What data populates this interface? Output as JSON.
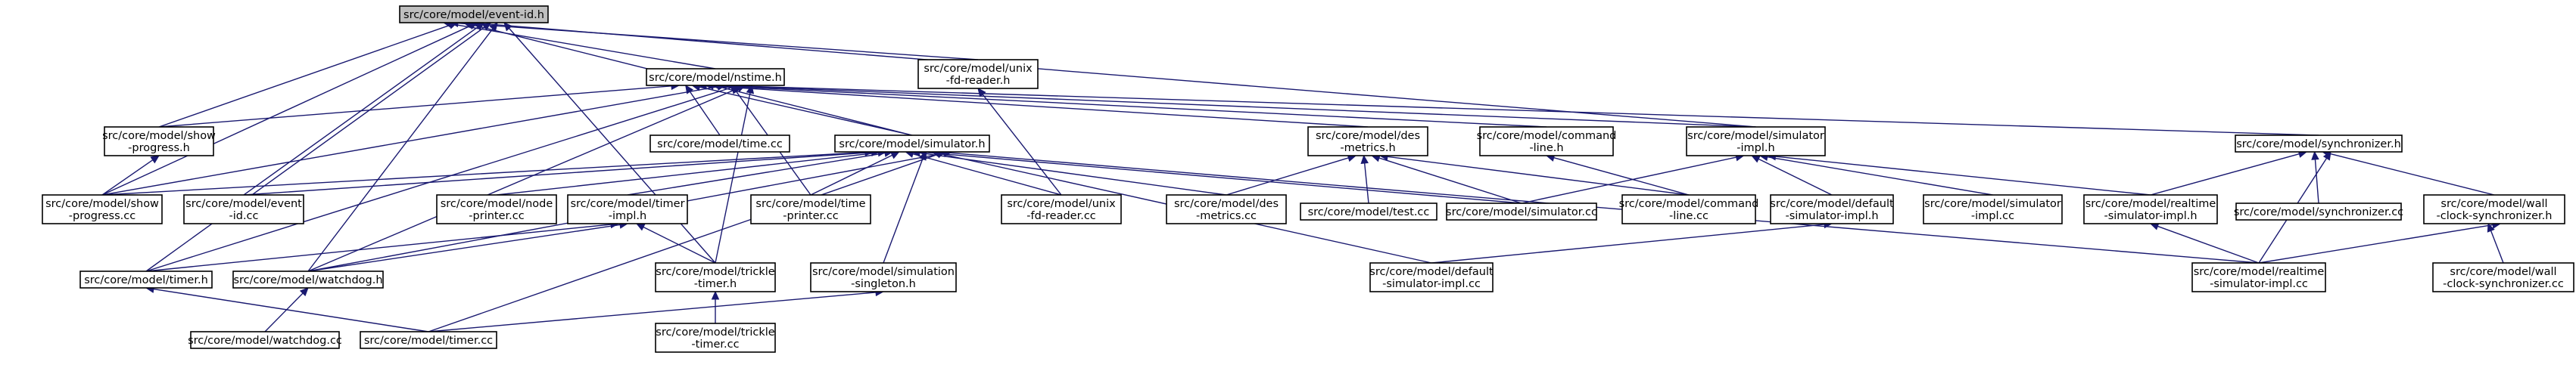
{
  "diagram": {
    "title": "",
    "root": "event_id_h",
    "colors": {
      "edge": "#191970",
      "root_fill": "#bfbfbf",
      "node_fill": "#ffffff",
      "border": "#000000"
    },
    "nodes": [
      {
        "id": "event_id_h",
        "lines": [
          "src/core/model/event-id.h"
        ],
        "root": true
      },
      {
        "id": "nstime_h",
        "lines": [
          "src/core/model/nstime.h"
        ]
      },
      {
        "id": "unix_fd_reader_h",
        "lines": [
          "src/core/model/unix",
          "-fd-reader.h"
        ]
      },
      {
        "id": "show_progress_h",
        "lines": [
          "src/core/model/show",
          "-progress.h"
        ]
      },
      {
        "id": "time_cc",
        "lines": [
          "src/core/model/time.cc"
        ]
      },
      {
        "id": "simulator_h",
        "lines": [
          "src/core/model/simulator.h"
        ]
      },
      {
        "id": "des_metrics_h",
        "lines": [
          "src/core/model/des",
          "-metrics.h"
        ]
      },
      {
        "id": "command_line_h",
        "lines": [
          "src/core/model/command",
          "-line.h"
        ]
      },
      {
        "id": "simulator_impl_h",
        "lines": [
          "src/core/model/simulator",
          "-impl.h"
        ]
      },
      {
        "id": "synchronizer_h",
        "lines": [
          "src/core/model/synchronizer.h"
        ]
      },
      {
        "id": "show_progress_cc",
        "lines": [
          "src/core/model/show",
          "-progress.cc"
        ]
      },
      {
        "id": "event_id_cc",
        "lines": [
          "src/core/model/event",
          "-id.cc"
        ]
      },
      {
        "id": "node_printer_cc",
        "lines": [
          "src/core/model/node",
          "-printer.cc"
        ]
      },
      {
        "id": "timer_impl_h",
        "lines": [
          "src/core/model/timer",
          "-impl.h"
        ]
      },
      {
        "id": "time_printer_cc",
        "lines": [
          "src/core/model/time",
          "-printer.cc"
        ]
      },
      {
        "id": "unix_fd_reader_cc",
        "lines": [
          "src/core/model/unix",
          "-fd-reader.cc"
        ]
      },
      {
        "id": "des_metrics_cc",
        "lines": [
          "src/core/model/des",
          "-metrics.cc"
        ]
      },
      {
        "id": "test_cc",
        "lines": [
          "src/core/model/test.cc"
        ]
      },
      {
        "id": "simulator_cc",
        "lines": [
          "src/core/model/simulator.cc"
        ]
      },
      {
        "id": "command_line_cc",
        "lines": [
          "src/core/model/command",
          "-line.cc"
        ]
      },
      {
        "id": "default_simulator_impl_h",
        "lines": [
          "src/core/model/default",
          "-simulator-impl.h"
        ]
      },
      {
        "id": "simulator_impl_cc",
        "lines": [
          "src/core/model/simulator",
          "-impl.cc"
        ]
      },
      {
        "id": "realtime_simulator_impl_h",
        "lines": [
          "src/core/model/realtime",
          "-simulator-impl.h"
        ]
      },
      {
        "id": "synchronizer_cc",
        "lines": [
          "src/core/model/synchronizer.cc"
        ]
      },
      {
        "id": "wall_clock_synchronizer_h",
        "lines": [
          "src/core/model/wall",
          "-clock-synchronizer.h"
        ]
      },
      {
        "id": "timer_h",
        "lines": [
          "src/core/model/timer.h"
        ]
      },
      {
        "id": "watchdog_h",
        "lines": [
          "src/core/model/watchdog.h"
        ]
      },
      {
        "id": "trickle_timer_h",
        "lines": [
          "src/core/model/trickle",
          "-timer.h"
        ]
      },
      {
        "id": "simulation_singleton_h",
        "lines": [
          "src/core/model/simulation",
          "-singleton.h"
        ]
      },
      {
        "id": "default_simulator_impl_cc",
        "lines": [
          "src/core/model/default",
          "-simulator-impl.cc"
        ]
      },
      {
        "id": "realtime_simulator_impl_cc",
        "lines": [
          "src/core/model/realtime",
          "-simulator-impl.cc"
        ]
      },
      {
        "id": "wall_clock_synchronizer_cc",
        "lines": [
          "src/core/model/wall",
          "-clock-synchronizer.cc"
        ]
      },
      {
        "id": "watchdog_cc",
        "lines": [
          "src/core/model/watchdog.cc"
        ]
      },
      {
        "id": "timer_cc",
        "lines": [
          "src/core/model/timer.cc"
        ]
      },
      {
        "id": "trickle_timer_cc",
        "lines": [
          "src/core/model/trickle",
          "-timer.cc"
        ]
      }
    ],
    "edges": [
      [
        "event_id_h",
        "nstime_h"
      ],
      [
        "event_id_h",
        "unix_fd_reader_h"
      ],
      [
        "event_id_h",
        "show_progress_h"
      ],
      [
        "event_id_h",
        "simulator_h"
      ],
      [
        "event_id_h",
        "simulator_impl_h"
      ],
      [
        "event_id_h",
        "show_progress_cc"
      ],
      [
        "event_id_h",
        "event_id_cc"
      ],
      [
        "event_id_h",
        "timer_h"
      ],
      [
        "event_id_h",
        "watchdog_h"
      ],
      [
        "event_id_h",
        "trickle_timer_h"
      ],
      [
        "nstime_h",
        "show_progress_h"
      ],
      [
        "nstime_h",
        "time_cc"
      ],
      [
        "nstime_h",
        "simulator_h"
      ],
      [
        "nstime_h",
        "des_metrics_h"
      ],
      [
        "nstime_h",
        "command_line_h"
      ],
      [
        "nstime_h",
        "simulator_impl_h"
      ],
      [
        "nstime_h",
        "synchronizer_h"
      ],
      [
        "nstime_h",
        "show_progress_cc"
      ],
      [
        "nstime_h",
        "time_printer_cc"
      ],
      [
        "nstime_h",
        "timer_h"
      ],
      [
        "nstime_h",
        "watchdog_h"
      ],
      [
        "nstime_h",
        "trickle_timer_h"
      ],
      [
        "unix_fd_reader_h",
        "unix_fd_reader_cc"
      ],
      [
        "show_progress_h",
        "show_progress_cc"
      ],
      [
        "simulator_h",
        "show_progress_cc"
      ],
      [
        "simulator_h",
        "event_id_cc"
      ],
      [
        "simulator_h",
        "node_printer_cc"
      ],
      [
        "simulator_h",
        "timer_impl_h"
      ],
      [
        "simulator_h",
        "time_printer_cc"
      ],
      [
        "simulator_h",
        "unix_fd_reader_cc"
      ],
      [
        "simulator_h",
        "des_metrics_cc"
      ],
      [
        "simulator_h",
        "simulator_cc"
      ],
      [
        "simulator_h",
        "simulation_singleton_h"
      ],
      [
        "simulator_h",
        "default_simulator_impl_cc"
      ],
      [
        "simulator_h",
        "realtime_simulator_impl_cc"
      ],
      [
        "simulator_h",
        "timer_cc"
      ],
      [
        "simulator_h",
        "watchdog_h"
      ],
      [
        "des_metrics_h",
        "des_metrics_cc"
      ],
      [
        "des_metrics_h",
        "test_cc"
      ],
      [
        "des_metrics_h",
        "simulator_cc"
      ],
      [
        "des_metrics_h",
        "command_line_cc"
      ],
      [
        "command_line_h",
        "command_line_cc"
      ],
      [
        "simulator_impl_h",
        "simulator_cc"
      ],
      [
        "simulator_impl_h",
        "default_simulator_impl_h"
      ],
      [
        "simulator_impl_h",
        "simulator_impl_cc"
      ],
      [
        "simulator_impl_h",
        "realtime_simulator_impl_h"
      ],
      [
        "synchronizer_h",
        "realtime_simulator_impl_h"
      ],
      [
        "synchronizer_h",
        "synchronizer_cc"
      ],
      [
        "synchronizer_h",
        "wall_clock_synchronizer_h"
      ],
      [
        "synchronizer_h",
        "realtime_simulator_impl_cc"
      ],
      [
        "timer_impl_h",
        "timer_h"
      ],
      [
        "timer_impl_h",
        "watchdog_h"
      ],
      [
        "timer_impl_h",
        "trickle_timer_h"
      ],
      [
        "default_simulator_impl_h",
        "default_simulator_impl_cc"
      ],
      [
        "realtime_simulator_impl_h",
        "realtime_simulator_impl_cc"
      ],
      [
        "wall_clock_synchronizer_h",
        "wall_clock_synchronizer_cc"
      ],
      [
        "wall_clock_synchronizer_h",
        "realtime_simulator_impl_cc"
      ],
      [
        "timer_h",
        "timer_cc"
      ],
      [
        "watchdog_h",
        "watchdog_cc"
      ],
      [
        "trickle_timer_h",
        "trickle_timer_cc"
      ],
      [
        "simulation_singleton_h",
        "timer_cc"
      ]
    ]
  }
}
